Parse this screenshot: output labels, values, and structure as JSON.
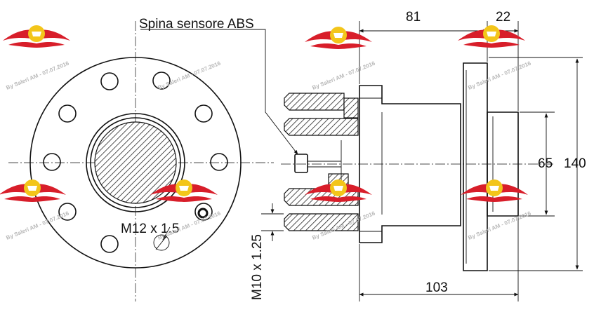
{
  "labels": {
    "abs_sensor": "Spina sensore ABS",
    "wheel_thread": "M12 x 1.5",
    "hub_thread": "M10 x 1.25"
  },
  "dimensions": {
    "d81": "81",
    "d22": "22",
    "d65": "65",
    "d140": "140",
    "d103": "103"
  },
  "watermark": {
    "text": "By Saleri AM - 07.07.2016"
  },
  "colors": {
    "line": "#111111",
    "logo_red": "#d81e2a",
    "logo_yellow": "#f3c51a",
    "watermark": "#b8b8b8"
  }
}
